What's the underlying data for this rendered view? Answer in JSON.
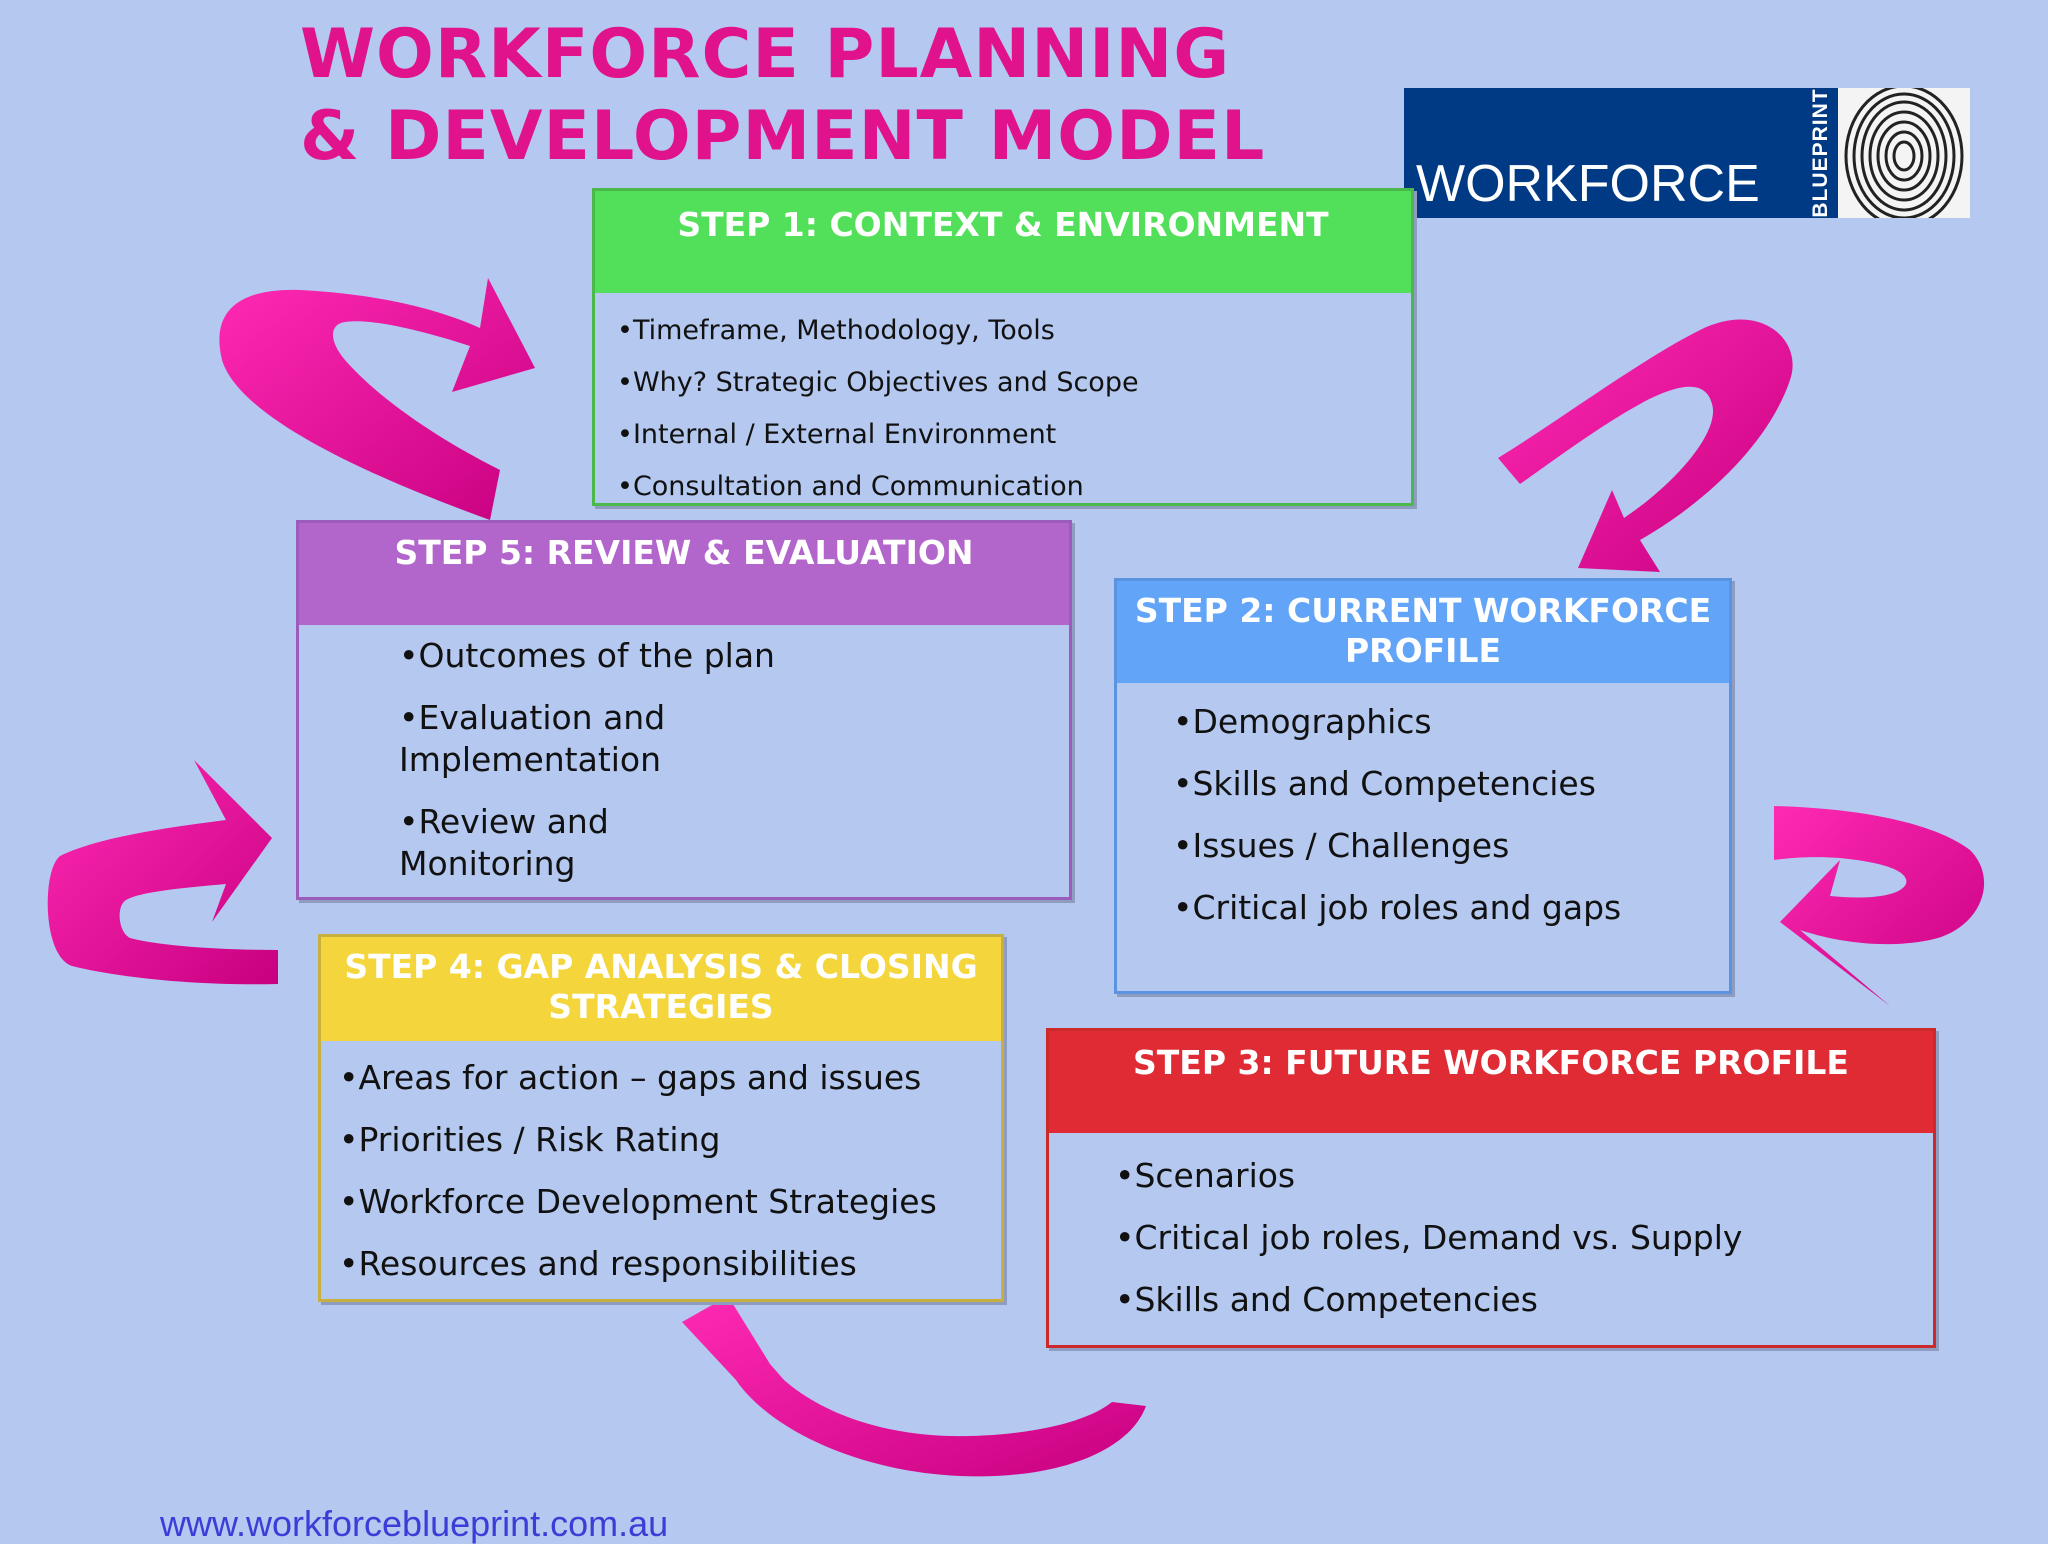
{
  "title": {
    "line1": "WORKFORCE PLANNING",
    "line2": "& DEVELOPMENT MODEL"
  },
  "logo": {
    "word": "WORKFORCE",
    "vertical": "BLUEPRINT",
    "image": "fingerprint-icon"
  },
  "steps": {
    "s1": {
      "heading": "STEP 1: CONTEXT & ENVIRONMENT",
      "items": [
        "Timeframe, Methodology, Tools",
        "Why? Strategic Objectives and Scope",
        "Internal / External  Environment",
        "Consultation and Communication"
      ],
      "color": "#52e05a"
    },
    "s2": {
      "heading": "STEP 2: CURRENT WORKFORCE PROFILE",
      "items": [
        "Demographics",
        "Skills and Competencies",
        "Issues / Challenges",
        "Critical job roles and gaps"
      ],
      "color": "#62a4f8"
    },
    "s3": {
      "heading": "STEP 3: FUTURE WORKFORCE PROFILE",
      "items": [
        "Scenarios",
        "Critical job roles, Demand vs. Supply",
        "Skills and Competencies"
      ],
      "color": "#e02a34"
    },
    "s4": {
      "heading": "STEP 4: GAP ANALYSIS & CLOSING STRATEGIES",
      "items": [
        "Areas for action – gaps and issues",
        "Priorities / Risk Rating",
        "Workforce Development Strategies",
        "Resources and responsibilities"
      ],
      "color": "#f4d63c"
    },
    "s5": {
      "heading": "STEP 5: REVIEW & EVALUATION",
      "items": [
        "Outcomes of the plan",
        "Evaluation and Implementation",
        "Review and Monitoring"
      ],
      "color": "#b266cc"
    }
  },
  "arrow_color": "#ff1aa8",
  "url": "www.workforceblueprint.com.au"
}
